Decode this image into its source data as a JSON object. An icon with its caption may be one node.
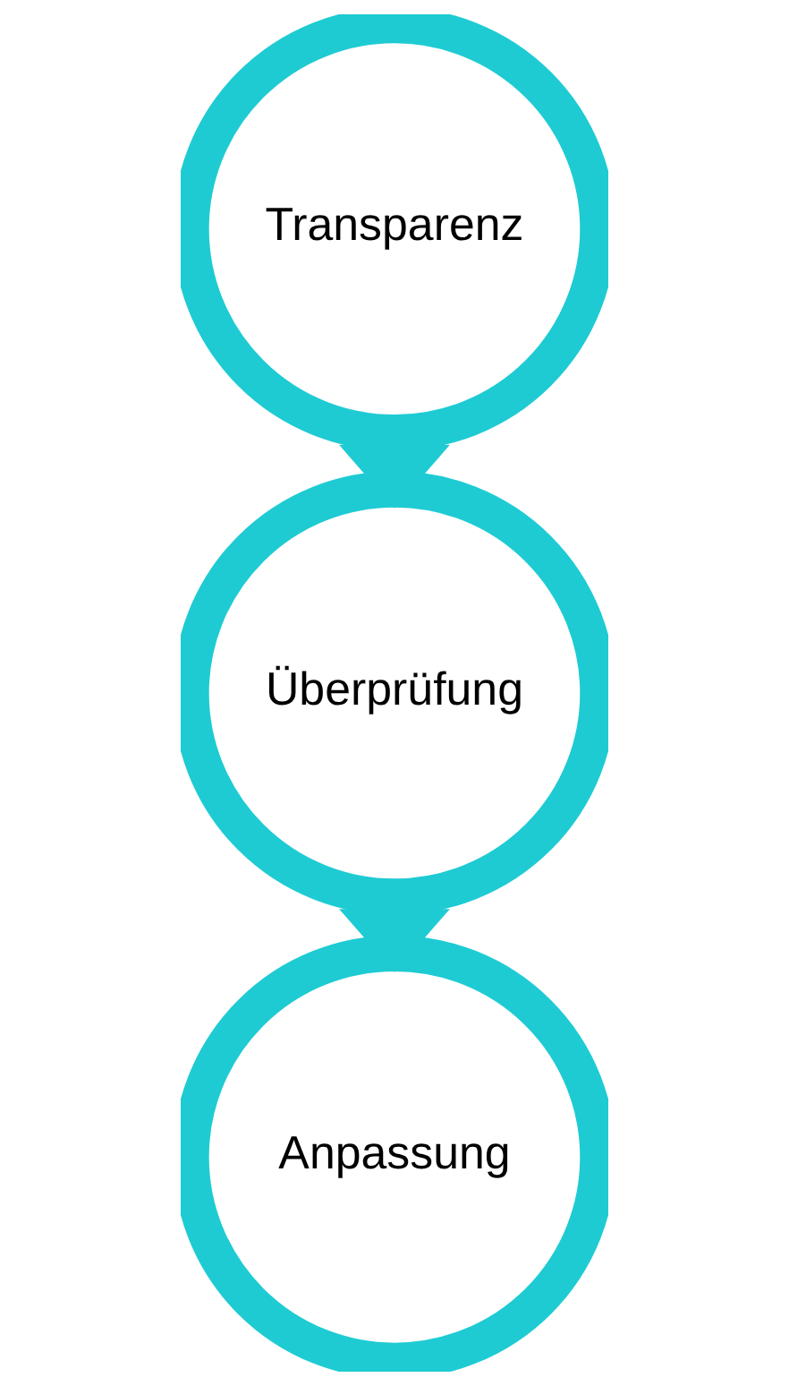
{
  "diagram": {
    "nodes": [
      {
        "text": [
          "Transparenz"
        ]
      },
      {
        "text": [
          "Überprüfung"
        ]
      },
      {
        "text": [
          "Anpassung"
        ]
      }
    ],
    "edges": [
      {
        "from": 0,
        "to": 1,
        "arrow": "to"
      },
      {
        "from": 1,
        "to": 2,
        "arrow": "to"
      }
    ]
  }
}
